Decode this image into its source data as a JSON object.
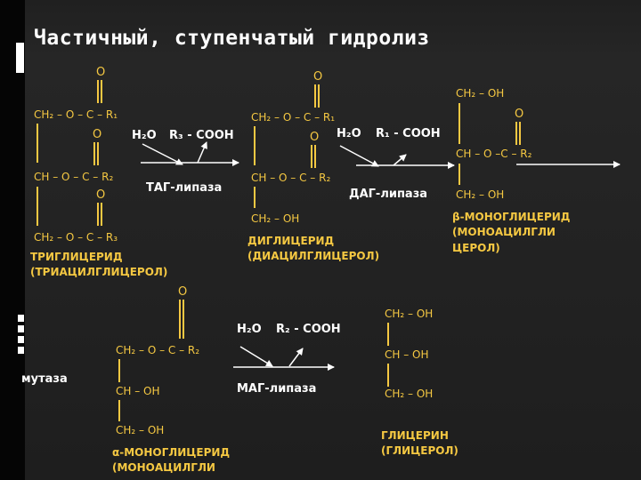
{
  "title": "Частичный, ступенчатый гидролиз",
  "colors": {
    "formula": "#f5c842",
    "text": "#ffffff",
    "background": "#222222"
  },
  "oxygen": "O",
  "tag": {
    "row1": "CH₂ – O – C – R₁",
    "row2": "CH – O – C – R₂",
    "row3": "CH₂ – O – C – R₃",
    "name_line1": "ТРИГЛИЦЕРИД",
    "name_line2": "(ТРИАЦИЛГЛИЦЕРОЛ)"
  },
  "step1": {
    "water": "H₂O",
    "acid": "R₃ - COOH",
    "enzyme": "ТАГ-липаза"
  },
  "dag": {
    "row1": "CH₂ – O – C – R₁",
    "row2": "CH – O – C – R₂",
    "row3": "CH₂ – OH",
    "name_line1": "ДИГЛИЦЕРИД",
    "name_line2": "(ДИАЦИЛГЛИЦЕРОЛ)"
  },
  "step2": {
    "water": "H₂O",
    "acid": "R₁ - COOH",
    "enzyme": "ДАГ-липаза"
  },
  "beta_mag": {
    "row1": "CH₂ – OH",
    "row2": "CH – O –C – R₂",
    "row3": "CH₂ – OH",
    "name_line1": "β-МОНОГЛИЦЕРИД",
    "name_line2": "(МОНОАЦИЛГЛИ",
    "name_line3": "ЦЕРОЛ)"
  },
  "mutase": "мутаза",
  "alpha_mag": {
    "row1": "CH₂ – O – C – R₂",
    "row2": "CH – OH",
    "row3": "CH₂ – OH",
    "name_line1": "α-МОНОГЛИЦЕРИД",
    "name_line2": "(МОНОАЦИЛГЛИ"
  },
  "step3": {
    "water": "H₂O",
    "acid": "R₂ - COOH",
    "enzyme": "МАГ-липаза"
  },
  "glycerol": {
    "row1": "CH₂ – OH",
    "row2": "CH – OH",
    "row3": "CH₂ – OH",
    "name_line1": "ГЛИЦЕРИН",
    "name_line2": "(ГЛИЦЕРОЛ)"
  }
}
